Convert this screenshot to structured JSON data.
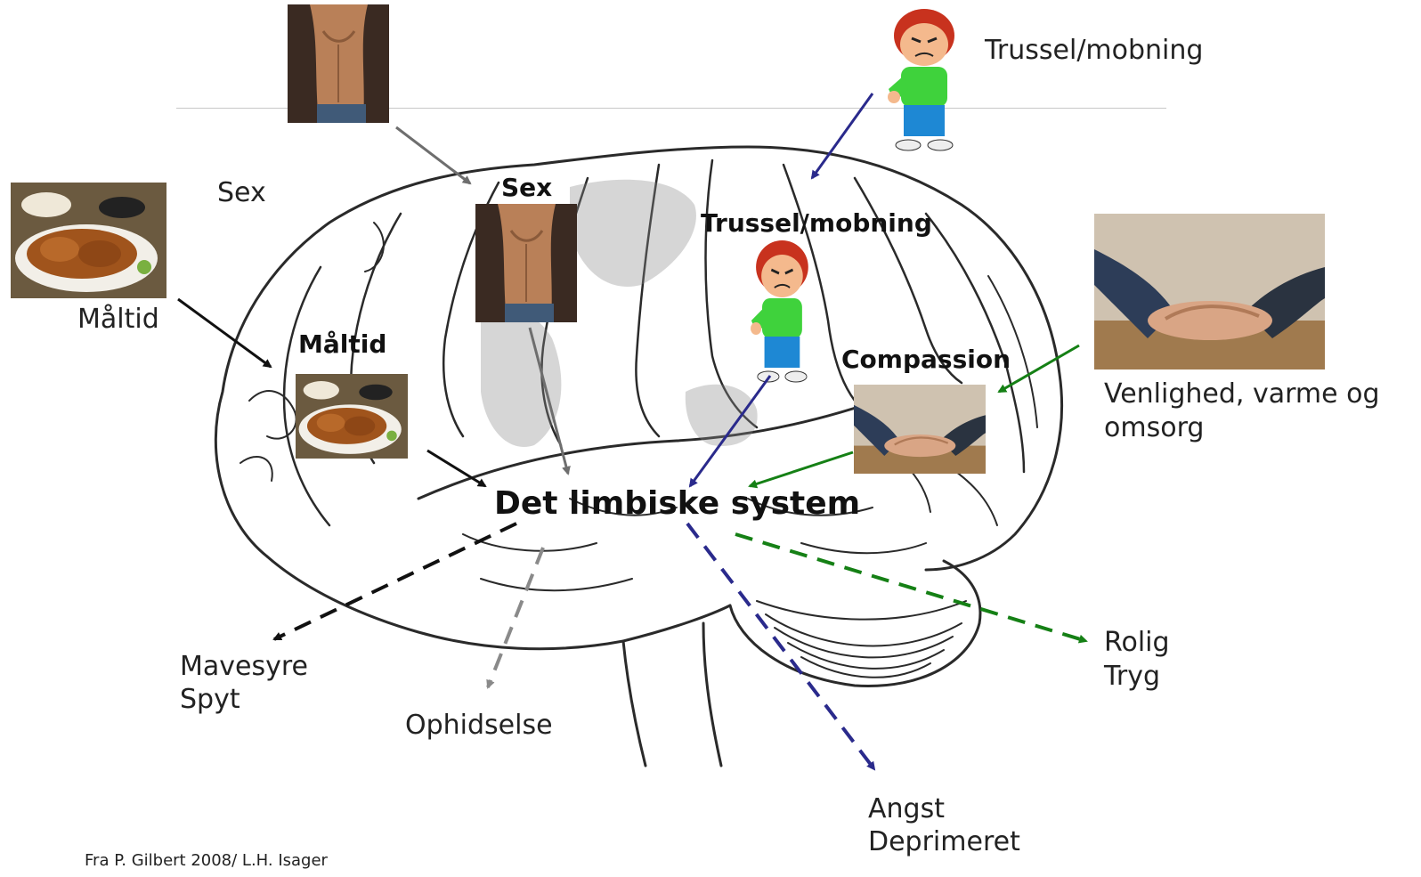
{
  "labels": {
    "sex_outer": "Sex",
    "meal_outer": "Måltid",
    "threat_outer": "Trussel/mobning",
    "kindness_line1": "Venlighed, varme og",
    "kindness_line2": "omsorg",
    "sex_inner": "Sex",
    "meal_inner": "Måltid",
    "threat_inner": "Trussel/mobning",
    "compassion_inner": "Compassion",
    "limbic": "Det limbiske system",
    "out_stomach_line1": "Mavesyre",
    "out_stomach_line2": "Spyt",
    "out_arousal": "Ophidselse",
    "out_anxiety_line1": "Angst",
    "out_anxiety_line2": "Deprimeret",
    "out_calm_line1": "Rolig",
    "out_calm_line2": "Tryg",
    "credit": "Fra P. Gilbert 2008/ L.H. Isager"
  },
  "pictures": {
    "torso": "bare-torso-photo",
    "meal": "chicken-meal-photo",
    "boy": "angry-boy-cartoon",
    "hands": "holding-hands-photo",
    "brain": "brain-line-drawing"
  },
  "colors": {
    "food_arrow": "#111111",
    "sex_arrow": "#6e6e6e",
    "threat_arrow": "#2a2a8c",
    "compassion_arrow": "#158015"
  }
}
